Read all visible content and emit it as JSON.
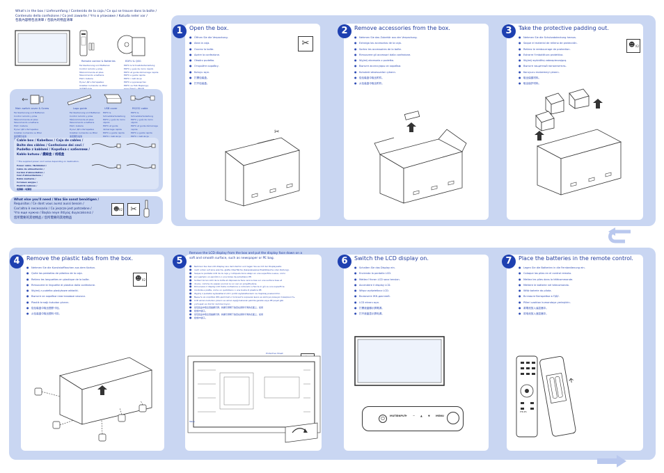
{
  "box_contents": {
    "heading_lines": [
      "What's in the box / Lieferumfang / Contenido de la caja / Ce qui se trouve dans la boîte /",
      "Contenuto della confezione / Co jest zawarte / Что в упаковке / Kutuda neler var /",
      "包裝內容物包含清單 / 包裝內的物品清單"
    ],
    "remote_label": "Remote control & Batteries",
    "ecd_label": "EDFU & QSG",
    "main_switch_label": "Main switch cover & Screw",
    "logo_guide_label": "Logo guide",
    "usb_cover_label": "USB cover",
    "rs232_label": "RS232 cable",
    "remote_lines": [
      "Fernbedienung und Batterien",
      "Control remoto y pilas",
      "Télécommande et piles",
      "Telecomando e batterie",
      "Pilot i baterie",
      "Пульт ДУ и батарейки",
      "Uzaktan kumanda ve Piller",
      "遙控器及電池",
      "遥控器和电池"
    ],
    "ecd_lines": [
      "EDFU & Schnellstartanleitung",
      "EDFU y guía de inicio rápido",
      "EDFU et guide démarrage rapide",
      "EDFU e guida rapida",
      "EDFU i instrukcja",
      "EDFU и руководство",
      "EDFU ve Hızlı Başlangıç",
      "EDFU及快速入門指南",
      "EDFU和快速入门指南"
    ],
    "cable_box_lines": [
      "Cable box / Kabelbox / Caja de cables /",
      "Boîte des câbles / Confezione dei cavi /",
      "Pudełko z kablami / Коробка с кабелями /",
      "Kablo kutusu / 纜線盒 / 线缆盒"
    ],
    "cable_note": "* The supplied power cord varies depending on destination.",
    "power_cable_lines": [
      "Power cable / Netzkabel /",
      "Cable de alimentación /",
      "Cordon d'alimentation /",
      "Cavi d'alimentazione /",
      "Kable zasilania /",
      "Сетевые шнуры /",
      "Elektrik kablosu /",
      "電源線 / 电源线"
    ],
    "need_lines": [
      "What else you'll need / Was Sie sonst benötigen /",
      "Requisitos / Ce dont vous aurez aussi besoin /",
      "Cos'altro è necessario / Co jeszcze jest potrzebne /",
      "Что еще нужно / Başka neye ihtiyaç duyacaksınız /",
      "您所需要的其他物品 / 您所需要的其他物品"
    ],
    "person_badge": "X2"
  },
  "steps": [
    {
      "number": "1",
      "title": "Open the box.",
      "lines": [
        "Öffnen Sie die Verpackung.",
        "Abra la caja.",
        "Ouvrez la boîte.",
        "Aprire la confezione.",
        "Otwórz pudełko.",
        "Откройте коробку.",
        "Kutuyu açın.",
        "打開包裝盒。",
        "打开包装盒。"
      ]
    },
    {
      "number": "2",
      "title": "Remove accessories from the box.",
      "lines": [
        "Nehmen Sie das Zubehör aus der Verpackung.",
        "Extraiga los accesorios de la caja.",
        "Sortez les accessoires de la boîte.",
        "Rimuovere gli accessori dalla confezione.",
        "Wyjmij akcesoria z pudełka.",
        "Выньте аксессуары из коробки.",
        "Kutudaki aksesuarları çıkarın.",
        "從包裝盒中取出附件。",
        "从包装盒中取出附件。"
      ]
    },
    {
      "number": "3",
      "title": "Take the protective padding out.",
      "badge": "X2",
      "lines": [
        "Nehmen Sie die Schutzabdeckung heraus.",
        "Saque el material de relleno de protección.",
        "Retirez le rembourrage de protection.",
        "Estrarre l'imbottitura protettiva.",
        "Wyjmij wyściółkę zabezpieczającą.",
        "Выньте защитный наполнитель.",
        "Koruyucu malzemeyi çıkarın.",
        "取出保護材料。",
        "取出保护材料。"
      ]
    },
    {
      "number": "4",
      "title": "Remove the plastic tabs from the box.",
      "badge": "X2",
      "lines": [
        "Nehmen Sie die Kunststofflaschen aus dem Karton.",
        "Quite las pestañas de plástico de la caja.",
        "Retirez les languettes en plastique de la boîte.",
        "Rimuovere le linguette di plastica dalla confezione.",
        "Wyjmij z pudełka plastykowe wkładki.",
        "Выньте из коробки пластиковые язычки.",
        "Plastik tırnağı kutudan çıkarın.",
        "從包裝盒中取出塑膠卡栓。",
        "从包装盒中取出塑料卡扣。"
      ]
    },
    {
      "number": "5",
      "title_lines": [
        "Remove the LCD display from the box and put the display face down on a",
        "soft and smooth surface, such as newspaper or PE bag."
      ],
      "badge": "X2",
      "protective_sheet": "Protective Sheet",
      "table_label": "Table",
      "lines": [
        "Nehmen Sie das LCD-Display aus dem Karton und legen Sie es mit der Displayseite",
        "nach unten auf eine weiche, glatte Oberfläche (beispielsweise Plastiktasche oder Zeitung).",
        "Saque la pantalla LCD de la caja y colóquela boca abajo en una superficie suave, como",
        "por ejemplo un periódico o una bolsa de polietileno PE.",
        "Sortez l'écran LCD de la boîte et déposez-le face vers le bas sur une surface lisse et",
        "douce, comme du papier journal ou un sac en polyéthylène.",
        "Rimuovere il display LCD dalla confezione e collocarlo a faccia in giù su una superficie",
        "morbida e piatta, come un quotidiano o una busta di plastica PE.",
        "Wyjmij z pudełka wyświetlacz LCD i połóż wyświetlaczem na miękkiej powierzchni.",
        "Выньте из коробки ЖК-дисплей и положите экраном вниз на мягкую ровную поверхность.",
        "LCD ekranı kutudan çıkarın ve ekran aşağı bakacak şekilde gazete veya PE poşet gibi",
        "yumuşak ve düz bir zemine koyun.",
        "從包裝盒中取出液晶顯示屏，將顯示屏朝下放置在柔軟平滑的表面上，如報",
        "紙或PE袋子。",
        "從包裝盒中取出液晶顯示屏，將顯示屏朝下放置在柔軟平滑的表面上，如報",
        "紙或PE袋子。"
      ]
    },
    {
      "number": "6",
      "title": "Switch the LCD display on.",
      "lines": [
        "Schalten Sie das Display ein.",
        "Encienda la pantalla LCD.",
        "Mettez l'écran LCD sous tension.",
        "Accendere il display LCD.",
        "Włącz wyświetlacz LCD.",
        "Включите ЖК-дисплей.",
        "LCD ekranı açın.",
        "打開液晶顯示屏電源。",
        "打开液晶显示屏电源。"
      ],
      "buttons": [
        "MUTE",
        "INPUT",
        "+",
        "−",
        "▲",
        "▼",
        "MENU"
      ]
    },
    {
      "number": "7",
      "title": "Place the batteries in the remote control.",
      "lines": [
        "Legen Sie die Batterien in die Fernbedienung ein.",
        "Coloque las pilas en el control remoto.",
        "Mettez les piles dans la télécommande.",
        "Mettere le batterie nel telecomando.",
        "Włóż baterie do pilota.",
        "Вставьте батарейки в ПДУ.",
        "Pilleri uzaktan kumandaya yerleştirin.",
        "將電池放入遙控器中。",
        "将电池放入遥控器中。"
      ],
      "remote_brand": "PHILIPS"
    }
  ],
  "colors": {
    "panel": "#c9d6f2",
    "step_badge": "#1e40b0",
    "text": "#1e3a9e"
  }
}
